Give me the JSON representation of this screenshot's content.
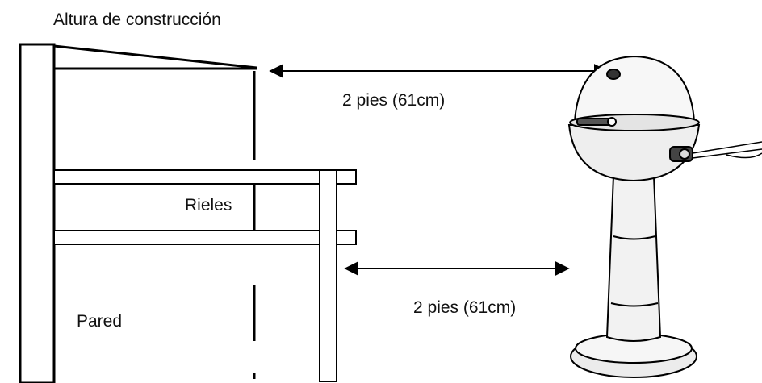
{
  "labels": {
    "construction_height": "Altura de construcción",
    "top_distance": "2 pies (61cm)",
    "rails": "Rieles",
    "side_distance": "2 pies (61cm)",
    "wall": "Pared"
  },
  "colors": {
    "line": "#000000",
    "grill_fill": "#f2f2f2",
    "grill_shade": "#d6d6d6",
    "background": "#ffffff"
  }
}
